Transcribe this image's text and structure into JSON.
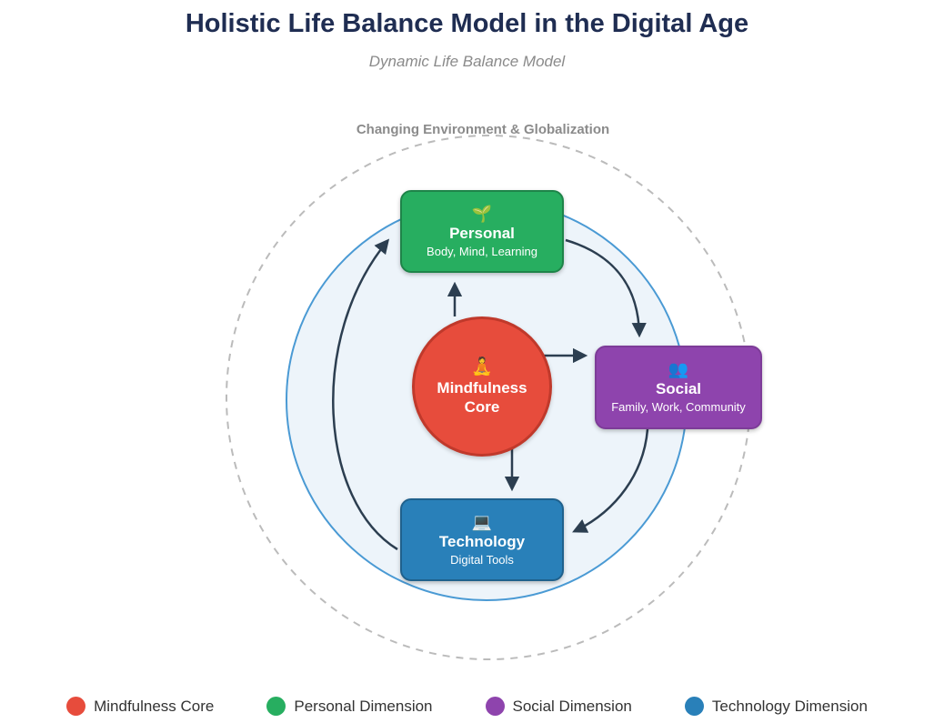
{
  "header": {
    "title": "Holistic Life Balance Model in the Digital Age",
    "subtitle": "Dynamic Life Balance Model"
  },
  "diagram": {
    "environment_label": "Changing Environment & Globalization",
    "core": {
      "icon": "🧘",
      "title": "Mindfulness Core",
      "color": "#e74c3c"
    },
    "nodes": {
      "personal": {
        "icon": "🌱",
        "title": "Personal",
        "subtitle": "Body, Mind, Learning",
        "color": "#27ae60"
      },
      "social": {
        "icon": "👥",
        "title": "Social",
        "subtitle": "Family, Work, Community",
        "color": "#8e44ad"
      },
      "technology": {
        "icon": "💻",
        "title": "Technology",
        "subtitle": "Digital Tools",
        "color": "#2980b9"
      }
    },
    "arrow_color": "#2c3e50",
    "inner_circle_stroke": "#4a9ad4",
    "outer_circle_stroke": "#bbbbbb"
  },
  "legend": {
    "items": [
      {
        "label": "Mindfulness Core",
        "color": "#e74c3c"
      },
      {
        "label": "Personal Dimension",
        "color": "#27ae60"
      },
      {
        "label": "Social Dimension",
        "color": "#8e44ad"
      },
      {
        "label": "Technology Dimension",
        "color": "#2980b9"
      }
    ]
  }
}
